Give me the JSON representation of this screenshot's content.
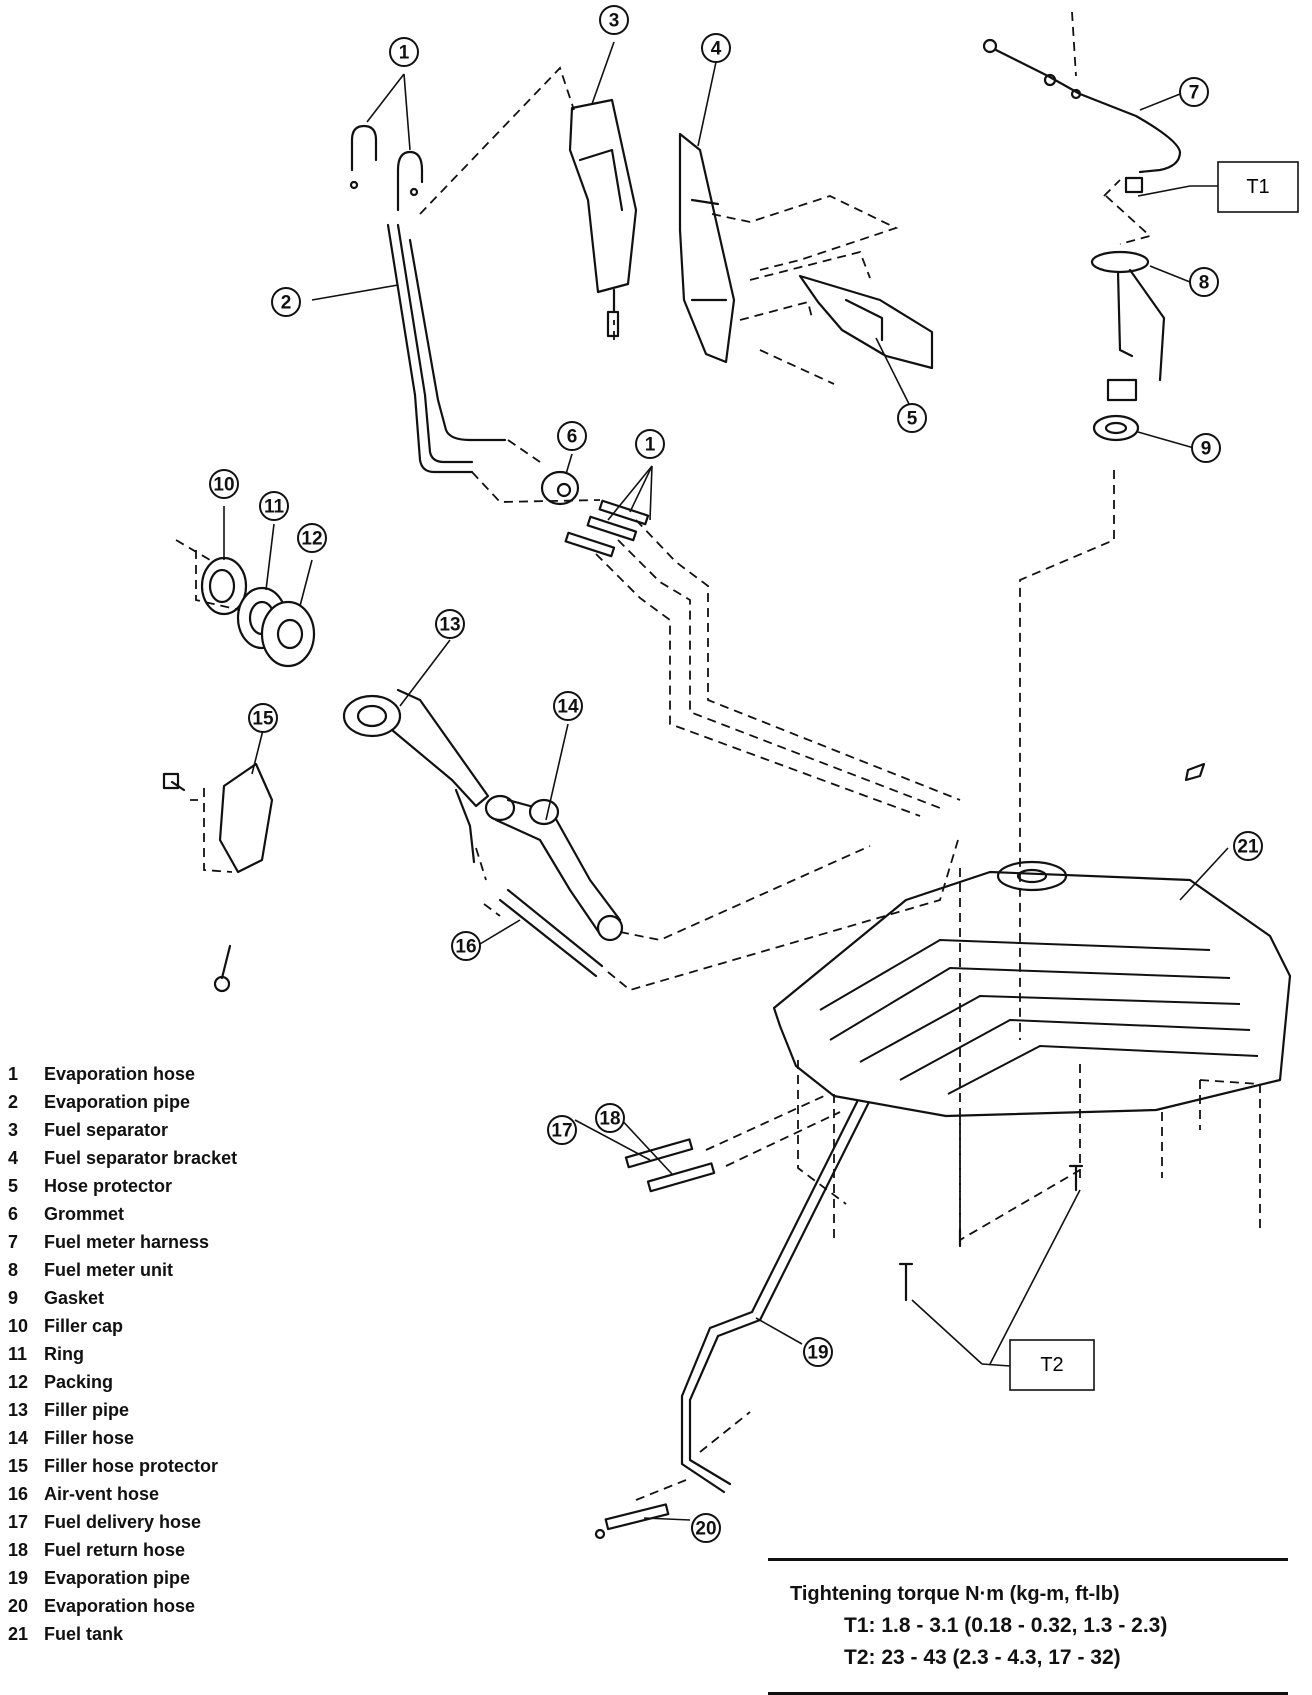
{
  "callouts": [
    "1",
    "1",
    "2",
    "3",
    "4",
    "5",
    "6",
    "7",
    "8",
    "9",
    "10",
    "11",
    "12",
    "13",
    "14",
    "15",
    "16",
    "17",
    "18",
    "19",
    "20",
    "21"
  ],
  "torque_boxes": {
    "t1": "T1",
    "t2": "T2"
  },
  "legend": [
    {
      "num": "1",
      "label": "Evaporation hose"
    },
    {
      "num": "2",
      "label": "Evaporation pipe"
    },
    {
      "num": "3",
      "label": "Fuel separator"
    },
    {
      "num": "4",
      "label": "Fuel separator bracket"
    },
    {
      "num": "5",
      "label": "Hose protector"
    },
    {
      "num": "6",
      "label": "Grommet"
    },
    {
      "num": "7",
      "label": "Fuel meter harness"
    },
    {
      "num": "8",
      "label": "Fuel meter unit"
    },
    {
      "num": "9",
      "label": "Gasket"
    },
    {
      "num": "10",
      "label": "Filler cap"
    },
    {
      "num": "11",
      "label": "Ring"
    },
    {
      "num": "12",
      "label": "Packing"
    },
    {
      "num": "13",
      "label": "Filler pipe"
    },
    {
      "num": "14",
      "label": "Filler hose"
    },
    {
      "num": "15",
      "label": "Filler hose protector"
    },
    {
      "num": "16",
      "label": "Air-vent hose"
    },
    {
      "num": "17",
      "label": "Fuel delivery hose"
    },
    {
      "num": "18",
      "label": "Fuel return hose"
    },
    {
      "num": "19",
      "label": "Evaporation pipe"
    },
    {
      "num": "20",
      "label": "Evaporation hose"
    },
    {
      "num": "21",
      "label": "Fuel tank"
    }
  ],
  "torque_spec": {
    "title": "Tightening torque  N·m (kg-m, ft-lb)",
    "t1": "T1:  1.8 - 3.1 (0.18 - 0.32, 1.3 - 2.3)",
    "t2": "T2:  23 - 43 (2.3 - 4.3, 17 - 32)"
  }
}
